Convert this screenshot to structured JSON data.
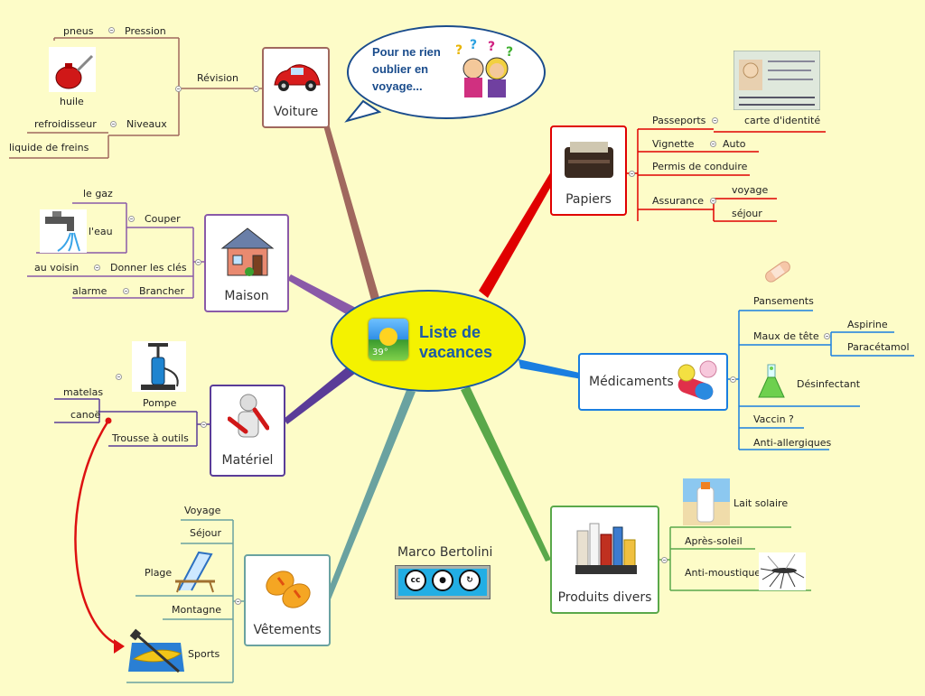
{
  "center": {
    "title_line1": "Liste de",
    "title_line2": "vacances",
    "weather_temp": "39°"
  },
  "bubble": {
    "line1": "Pour ne rien",
    "line2": "oublier en",
    "line3": "voyage..."
  },
  "author": "Marco Bertolini",
  "license_badge": "cc",
  "branches": {
    "voiture": {
      "title": "Voiture",
      "color": "#a0685e",
      "revision": "Révision",
      "pression": "Pression",
      "pneus": "pneus",
      "huile": "huile",
      "niveaux": "Niveaux",
      "refroidisseur": "refroidisseur",
      "liquide_freins": "liquide de freins"
    },
    "maison": {
      "title": "Maison",
      "color": "#8a5aa8",
      "couper": "Couper",
      "gaz": "le gaz",
      "eau": "l'eau",
      "donner_cles": "Donner les clés",
      "au_voisin": "au voisin",
      "brancher": "Brancher",
      "alarme": "alarme"
    },
    "materiel": {
      "title": "Matériel",
      "color": "#5a3c98",
      "pompe": "Pompe",
      "matelas": "matelas",
      "canoe": "canoë",
      "trousse": "Trousse à outils"
    },
    "vetements": {
      "title": "Vêtements",
      "color": "#6aa2a0",
      "voyage": "Voyage",
      "sejour": "Séjour",
      "plage": "Plage",
      "montagne": "Montagne",
      "sports": "Sports"
    },
    "papiers": {
      "title": "Papiers",
      "color": "#e00000",
      "passeports": "Passeports",
      "carte_identite": "carte d'identité",
      "vignette": "Vignette",
      "auto": "Auto",
      "permis": "Permis de conduire",
      "assurance": "Assurance",
      "ass_voyage": "voyage",
      "ass_sejour": "séjour"
    },
    "medicaments": {
      "title": "Médicaments",
      "color": "#1a7ee0",
      "pansements": "Pansements",
      "maux_tete": "Maux de tête",
      "aspirine": "Aspirine",
      "paracetamol": "Paracétamol",
      "desinfectant": "Désinfectant",
      "vaccin": "Vaccin ?",
      "anti_allergiques": "Anti-allergiques"
    },
    "produits": {
      "title": "Produits divers",
      "color": "#5aa84a",
      "lait_solaire": "Lait solaire",
      "apres_soleil": "Après-soleil",
      "anti_moustiques": "Anti-moustiques"
    }
  }
}
